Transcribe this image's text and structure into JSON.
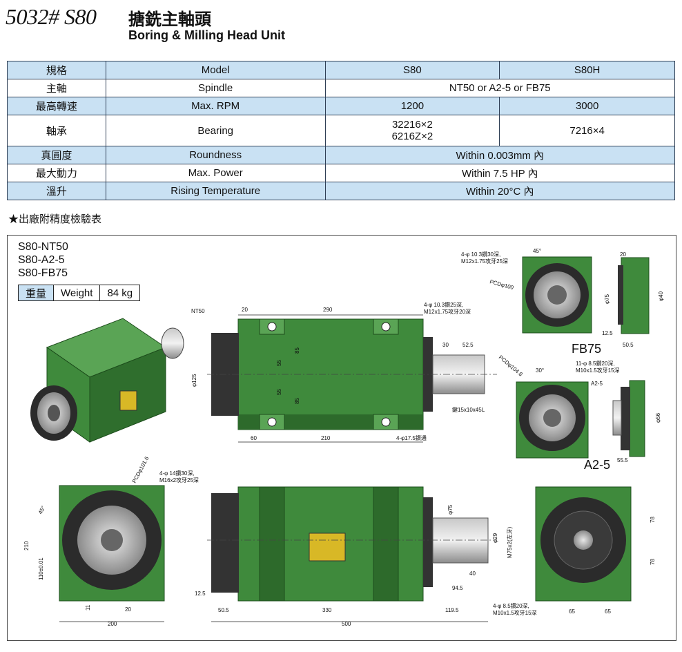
{
  "header": {
    "model": "5032# S80",
    "title_zh": "搪銑主軸頭",
    "title_en": "Boring & Milling Head Unit"
  },
  "spec_table": {
    "rows": [
      {
        "zh": "規格",
        "en": "Model",
        "s80": "S80",
        "s80h": "S80H"
      },
      {
        "zh": "主軸",
        "en": "Spindle",
        "merged": "NT50 or A2-5 or FB75"
      },
      {
        "zh": "最高轉速",
        "en": "Max. RPM",
        "s80": "1200",
        "s80h": "3000"
      },
      {
        "zh": "軸承",
        "en": "Bearing",
        "s80_l1": "32216×2",
        "s80_l2": "6216Z×2",
        "s80h": "7216×4"
      },
      {
        "zh": "真圓度",
        "en": "Roundness",
        "merged": "Within 0.003mm 內"
      },
      {
        "zh": "最大動力",
        "en": "Max. Power",
        "merged": "Within 7.5 HP 內"
      },
      {
        "zh": "溫升",
        "en": "Rising Temperature",
        "merged": "Within 20°C 內"
      }
    ]
  },
  "note": "★出廠附精度檢驗表",
  "variants": [
    "S80-NT50",
    "S80-A2-5",
    "S80-FB75"
  ],
  "weight": {
    "label_zh": "重量",
    "label_en": "Weight",
    "value": "84 kg"
  },
  "dims": {
    "nt50": "NT50",
    "d20": "20",
    "d290": "290",
    "hole_top_1": "4-φ 10.3鑽25深,",
    "hole_top_2": "M12x1.75攻牙20深",
    "d125": "φ125",
    "d55a": "55",
    "d55b": "55",
    "d85a": "85",
    "d85b": "85",
    "d60": "60",
    "d210": "210",
    "d175": "4-φ17.5鑽通",
    "d30": "30",
    "d525": "52.5",
    "key": "鍵15x10x45L",
    "pcd101": "PCDφ101.6",
    "hole_front_1": "4-φ 14鑽30深,",
    "hole_front_2": "M16x2攻牙25深",
    "ang45": "45°",
    "d210v": "210",
    "d110": "110±0.01",
    "d11": "11",
    "d20tol": "20",
    "d200": "200",
    "d75": "φ75",
    "d29": "φ29",
    "m75": "M75x2(左牙)",
    "d40": "40",
    "d945": "94.5",
    "d125s": "12.5",
    "d505": "50.5",
    "d330": "330",
    "d1195": "119.5",
    "d500": "500",
    "hole_rear_1": "4-φ 8.5鑽20深,",
    "hole_rear_2": "M10x1.5攻牙15深",
    "d78a": "78",
    "d78b": "78",
    "d65a": "65",
    "d65b": "65",
    "fb_hole_1": "4-φ 10.3鑽30深,",
    "fb_hole_2": "M12x1.75攻牙25深",
    "fb_ang": "45°",
    "fb_pcd": "PCDφ100",
    "fb_20": "20",
    "fb_75": "φ75",
    "fb_40": "φ40",
    "fb_125": "12.5",
    "fb_505": "50.5",
    "fb_label": "FB75",
    "a_pcd": "PCDφ104.8",
    "a_ang": "30°",
    "a_hole_1": "11-φ 8.5鑽20深,",
    "a_hole_2": "M10x1.5攻牙15深",
    "a_tag": "A2-5",
    "a_56": "φ56",
    "a_555": "55.5",
    "a_label": "A2-5"
  },
  "colors": {
    "green": "#3f8a3c",
    "green_dark": "#2d6a2b",
    "header_blue": "#c9e1f3"
  }
}
